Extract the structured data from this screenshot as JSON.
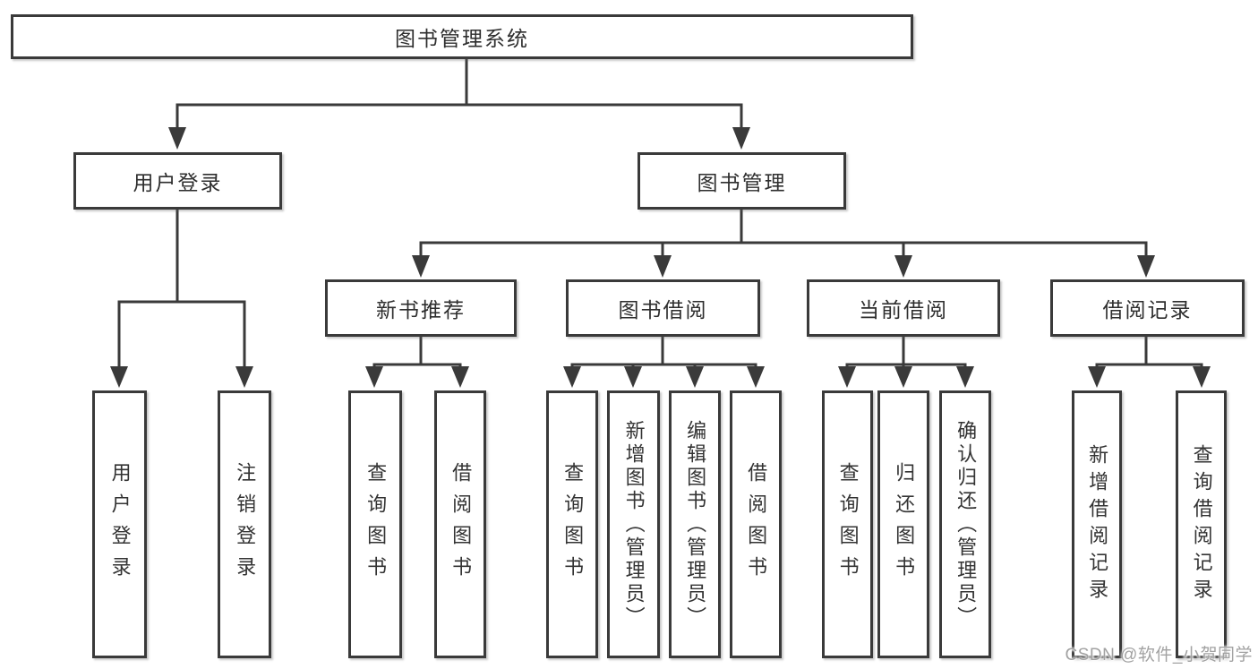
{
  "tree": {
    "root": {
      "label": "图书管理系统"
    },
    "branches": [
      {
        "label": "用户登录",
        "children": [
          {
            "label": "用户登录"
          },
          {
            "label": "注销登录"
          }
        ]
      },
      {
        "label": "图书管理",
        "children": [
          {
            "label": "新书推荐",
            "children": [
              {
                "label": "查询图书"
              },
              {
                "label": "借阅图书"
              }
            ]
          },
          {
            "label": "图书借阅",
            "children": [
              {
                "label": "查询图书"
              },
              {
                "label": "新增图书（管理员）"
              },
              {
                "label": "编辑图书（管理员）"
              },
              {
                "label": "借阅图书"
              }
            ]
          },
          {
            "label": "当前借阅",
            "children": [
              {
                "label": "查询图书"
              },
              {
                "label": "归还图书"
              },
              {
                "label": "确认归还（管理员）"
              }
            ]
          },
          {
            "label": "借阅记录",
            "children": [
              {
                "label": "新增借阅记录"
              },
              {
                "label": "查询借阅记录"
              }
            ]
          }
        ]
      }
    ]
  },
  "watermark": {
    "text": "CSDN @软件_小贺同学"
  },
  "colors": {
    "line": "#3a3a3a",
    "text": "#2e2e2e",
    "watermark": "#a2a2a2",
    "background": "#ffffff"
  }
}
